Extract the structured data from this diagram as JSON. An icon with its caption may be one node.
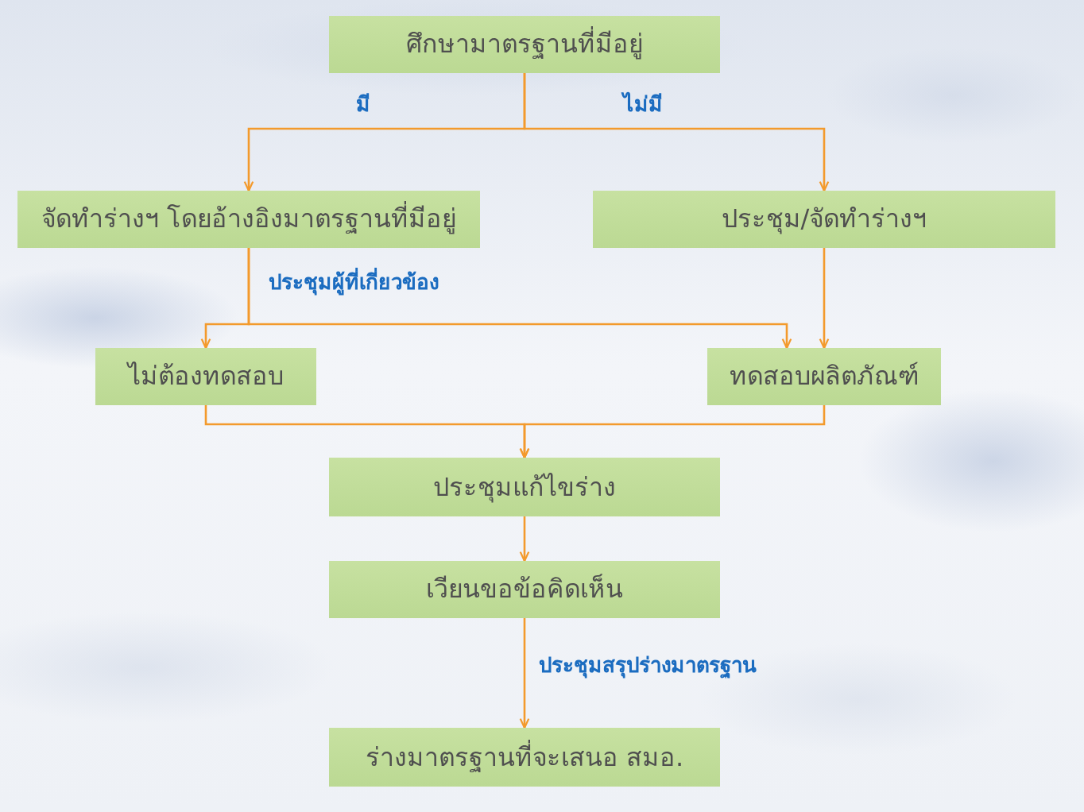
{
  "diagram": {
    "nodes": [
      {
        "text": [
          "ศึกษามาตรฐานที่มีอยู่"
        ]
      },
      {
        "text": [
          "จัดทำร่างฯ โดยอ้างอิงมาตรฐานที่มีอยู่"
        ]
      },
      {
        "text": [
          "ประชุม/จัดทำร่างฯ"
        ]
      },
      {
        "text": [
          "ไม่ต้องทดสอบ"
        ]
      },
      {
        "text": [
          "ทดสอบผลิตภัณฑ์"
        ]
      },
      {
        "text": [
          "ประชุมแก้ไขร่าง"
        ]
      },
      {
        "text": [
          "เวียนขอข้อคิดเห็น"
        ]
      },
      {
        "text": [
          "ร่างมาตรฐานที่จะเสนอ สมอ."
        ]
      }
    ],
    "edges": [
      {
        "from": 0,
        "to": 1,
        "arrow": "to",
        "label": "มี"
      },
      {
        "from": 0,
        "to": 2,
        "arrow": "to",
        "label": "ไม่มี"
      },
      {
        "from": 1,
        "to": 3,
        "arrow": "to",
        "label": "ประชุมผู้ที่เกี่ยวข้อง"
      },
      {
        "from": 1,
        "to": 4,
        "arrow": "to"
      },
      {
        "from": 2,
        "to": 4,
        "arrow": "to"
      },
      {
        "from": 3,
        "to": 5,
        "arrow": "to"
      },
      {
        "from": 4,
        "to": 5,
        "arrow": "to"
      },
      {
        "from": 5,
        "to": 6,
        "arrow": "to"
      },
      {
        "from": 6,
        "to": 7,
        "arrow": "to",
        "label": "ประชุมสรุปร่างมาตรฐาน"
      }
    ]
  }
}
